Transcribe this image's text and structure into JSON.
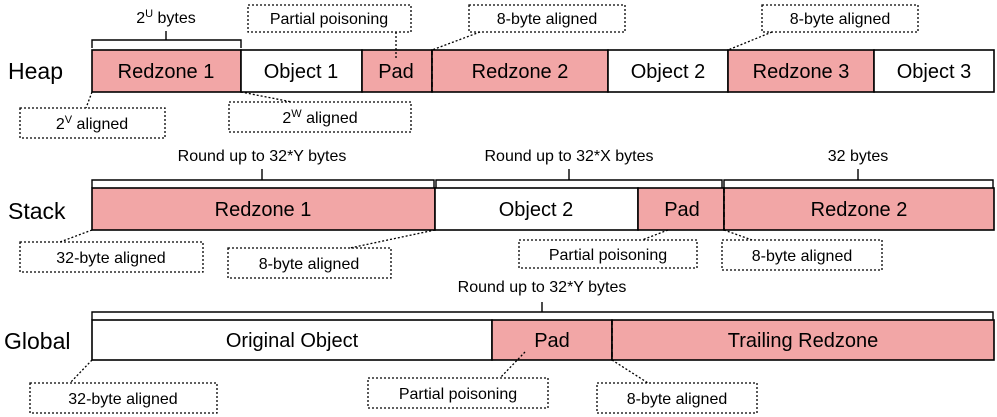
{
  "rows": {
    "heap": "Heap",
    "stack": "Stack",
    "global": "Global"
  },
  "heap": {
    "segments": {
      "redzone1": "Redzone 1",
      "object1": "Object 1",
      "pad": "Pad",
      "redzone2": "Redzone 2",
      "object2": "Object 2",
      "redzone3": "Redzone 3",
      "object3": "Object 3"
    },
    "top_bracket": {
      "base": "2",
      "sup": "U",
      "rest": " bytes"
    },
    "notes": {
      "partial_poisoning": "Partial poisoning",
      "aligned_8_a": "8-byte aligned",
      "aligned_8_b": "8-byte aligned",
      "aligned_v": {
        "base": "2",
        "sup": "V",
        "rest": " aligned"
      },
      "aligned_w": {
        "base": "2",
        "sup": "W",
        "rest": " aligned"
      }
    }
  },
  "stack": {
    "segments": {
      "redzone1": "Redzone 1",
      "object2": "Object 2",
      "pad": "Pad",
      "redzone2": "Redzone 2"
    },
    "brackets": {
      "left": "Round up to 32*Y bytes",
      "middle": "Round up to 32*X bytes",
      "right": "32 bytes"
    },
    "notes": {
      "aligned_32": "32-byte aligned",
      "aligned_8_left": "8-byte aligned",
      "partial_poisoning": "Partial poisoning",
      "aligned_8_right": "8-byte aligned"
    }
  },
  "global": {
    "segments": {
      "original": "Original Object",
      "pad": "Pad",
      "trailing": "Trailing Redzone"
    },
    "bracket": "Round up to 32*Y bytes",
    "notes": {
      "aligned_32": "32-byte aligned",
      "partial_poisoning": "Partial poisoning",
      "aligned_8": "8-byte aligned"
    }
  }
}
